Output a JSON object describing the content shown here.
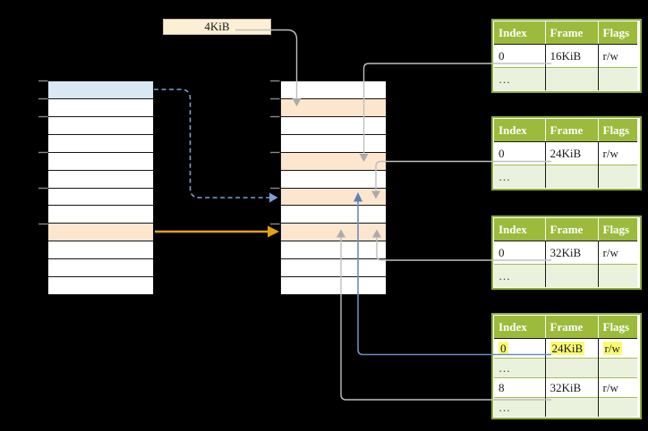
{
  "diagram_title": "two-level page table translation diagram",
  "box_4kib": {
    "label": "4KiB",
    "bg": "#FCEFD4",
    "border": "#C9C0A8"
  },
  "left_table": {
    "rows": [
      {
        "highlight": "blue"
      },
      {
        "highlight": null
      },
      {
        "highlight": null
      },
      {
        "highlight": null
      },
      {
        "highlight": null
      },
      {
        "highlight": null
      },
      {
        "highlight": null
      },
      {
        "highlight": null
      },
      {
        "highlight": "orange"
      },
      {
        "highlight": null
      },
      {
        "highlight": null
      },
      {
        "highlight": null
      }
    ],
    "tick_rows": [
      0,
      1,
      2,
      4,
      6,
      8
    ]
  },
  "middle_table": {
    "rows": [
      {
        "highlight": null
      },
      {
        "highlight": "orange"
      },
      {
        "highlight": null
      },
      {
        "highlight": null
      },
      {
        "highlight": "orange"
      },
      {
        "highlight": null
      },
      {
        "highlight": "orange"
      },
      {
        "highlight": null
      },
      {
        "highlight": "orange"
      },
      {
        "highlight": null
      },
      {
        "highlight": null
      },
      {
        "highlight": null
      }
    ],
    "tick_rows": [
      0,
      1,
      2,
      4,
      6,
      8
    ]
  },
  "page_tables": [
    {
      "headers": [
        "Index",
        "Frame",
        "Flags"
      ],
      "rows": [
        {
          "type": "data",
          "cells": [
            "0",
            "16KiB",
            "r/w"
          ],
          "highlighted": false
        },
        {
          "type": "dots",
          "cells": [
            "…",
            "",
            ""
          ],
          "highlighted": false
        }
      ]
    },
    {
      "headers": [
        "Index",
        "Frame",
        "Flags"
      ],
      "rows": [
        {
          "type": "data",
          "cells": [
            "0",
            "24KiB",
            "r/w"
          ],
          "highlighted": false
        },
        {
          "type": "dots",
          "cells": [
            "…",
            "",
            ""
          ],
          "highlighted": false
        }
      ]
    },
    {
      "headers": [
        "Index",
        "Frame",
        "Flags"
      ],
      "rows": [
        {
          "type": "data",
          "cells": [
            "0",
            "32KiB",
            "r/w"
          ],
          "highlighted": false
        },
        {
          "type": "dots",
          "cells": [
            "…",
            "",
            ""
          ],
          "highlighted": false
        }
      ]
    },
    {
      "headers": [
        "Index",
        "Frame",
        "Flags"
      ],
      "rows": [
        {
          "type": "data",
          "cells": [
            "0",
            "24KiB",
            "r/w"
          ],
          "highlighted": true
        },
        {
          "type": "dots",
          "cells": [
            "…",
            "",
            ""
          ],
          "highlighted": false
        },
        {
          "type": "data",
          "cells": [
            "8",
            "32KiB",
            "r/w"
          ],
          "highlighted": false
        },
        {
          "type": "dots",
          "cells": [
            "…",
            "",
            ""
          ],
          "highlighted": false
        }
      ]
    }
  ],
  "arrows": [
    {
      "id": "box4kib-to-frame2",
      "style": "gray",
      "from": "4KiB box",
      "to": "middle table row 2"
    },
    {
      "id": "pt1-to-frame5",
      "style": "gray",
      "from": "page table 1",
      "to": "middle table row 5"
    },
    {
      "id": "pt2-to-frame7",
      "style": "gray",
      "from": "page table 2",
      "to": "middle table row 7"
    },
    {
      "id": "pt3-to-frame9",
      "style": "gray",
      "from": "page table 3",
      "to": "middle table row 9"
    },
    {
      "id": "pt4row8-to-frame9",
      "style": "gray",
      "from": "page table 4 row 8",
      "to": "middle table row 9"
    },
    {
      "id": "pt4row0-to-frame7",
      "style": "blue",
      "from": "page table 4 row 0",
      "to": "middle table row 7"
    },
    {
      "id": "bluerow-to-frame7",
      "style": "dashed-blue",
      "from": "left table row 1",
      "to": "middle table row 7"
    },
    {
      "id": "orangerow-to-frame9",
      "style": "orange",
      "from": "left table row 9",
      "to": "middle table row 9"
    }
  ],
  "colors": {
    "background": "#000000",
    "row_blue": "#DAE7F5",
    "row_orange": "#FCE6CD",
    "header_green": "#9CBB3D",
    "dots_row_green": "#EAF1DC",
    "table_border_green": "#90AE3B",
    "yellow_highlight": "#FAFA72",
    "gray_line": "#BFBFBF",
    "gray_arrowhead": "#ABABAB",
    "blue_line": "#6B8CC0",
    "blue_arrowhead": "#5E82B8",
    "dashed_blue": "#7E9ED4",
    "orange_arrow": "#E1A40A",
    "tick_gray": "#8A8A8A"
  }
}
